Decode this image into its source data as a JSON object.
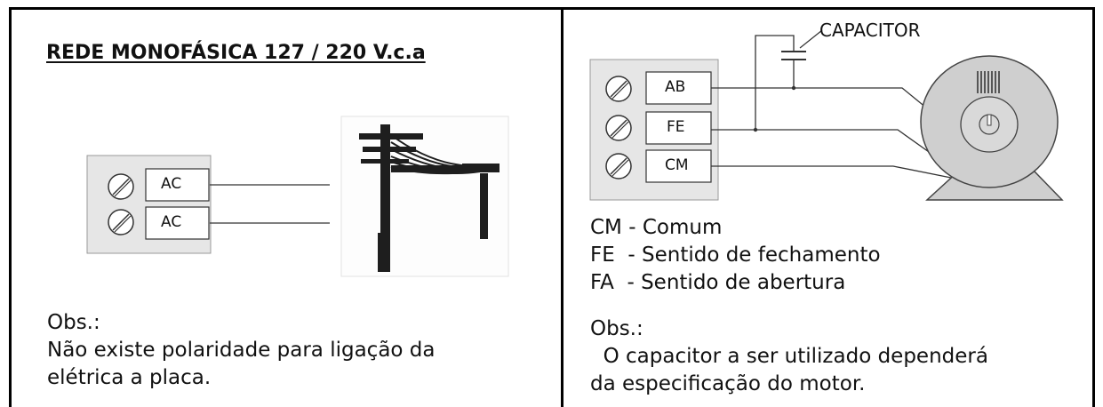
{
  "left_panel": {
    "title": "REDE MONOFÁSICA 127 / 220 V.c.a",
    "terminals": [
      "AC",
      "AC"
    ],
    "obs_label": "Obs.:",
    "obs_lines": [
      "Não existe polaridade para ligação da",
      "elétrica a placa."
    ]
  },
  "right_panel": {
    "capacitor_label": "CAPACITOR",
    "terminals": [
      "AB",
      "FE",
      "CM"
    ],
    "legend": [
      "CM - Comum",
      "FE  - Sentido de fechamento",
      "FA  - Sentido de abertura"
    ],
    "obs_label": "Obs.:",
    "obs_lines": [
      "  O capacitor a ser utilizado dependerá",
      "da especificação do motor."
    ]
  },
  "colors": {
    "frame": "#000000",
    "block_fill": "#e6e6e6",
    "motor_fill": "#cfcfcf",
    "pole": "#1e1e1e"
  },
  "icons": [
    "screw-terminal-icon",
    "utility-pole-icon",
    "motor-icon",
    "capacitor-icon"
  ]
}
